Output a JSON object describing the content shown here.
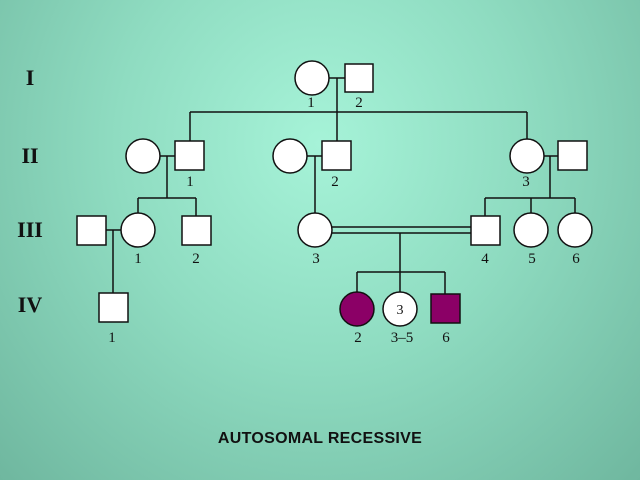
{
  "generations": [
    "I",
    "II",
    "III",
    "IV"
  ],
  "individuals": {
    "I": [
      "1",
      "2"
    ],
    "II": [
      "1",
      "2",
      "3"
    ],
    "III": [
      "1",
      "2",
      "3",
      "4",
      "5",
      "6"
    ],
    "IV": [
      "1",
      "2",
      "3–5",
      "6"
    ]
  },
  "grouped_siblings": {
    "count": "3"
  },
  "title": "AUTOSOMAL RECESSIVE",
  "colors": {
    "affected": "#8b0066",
    "unaffected": "#ffffff",
    "line": "#111111"
  }
}
